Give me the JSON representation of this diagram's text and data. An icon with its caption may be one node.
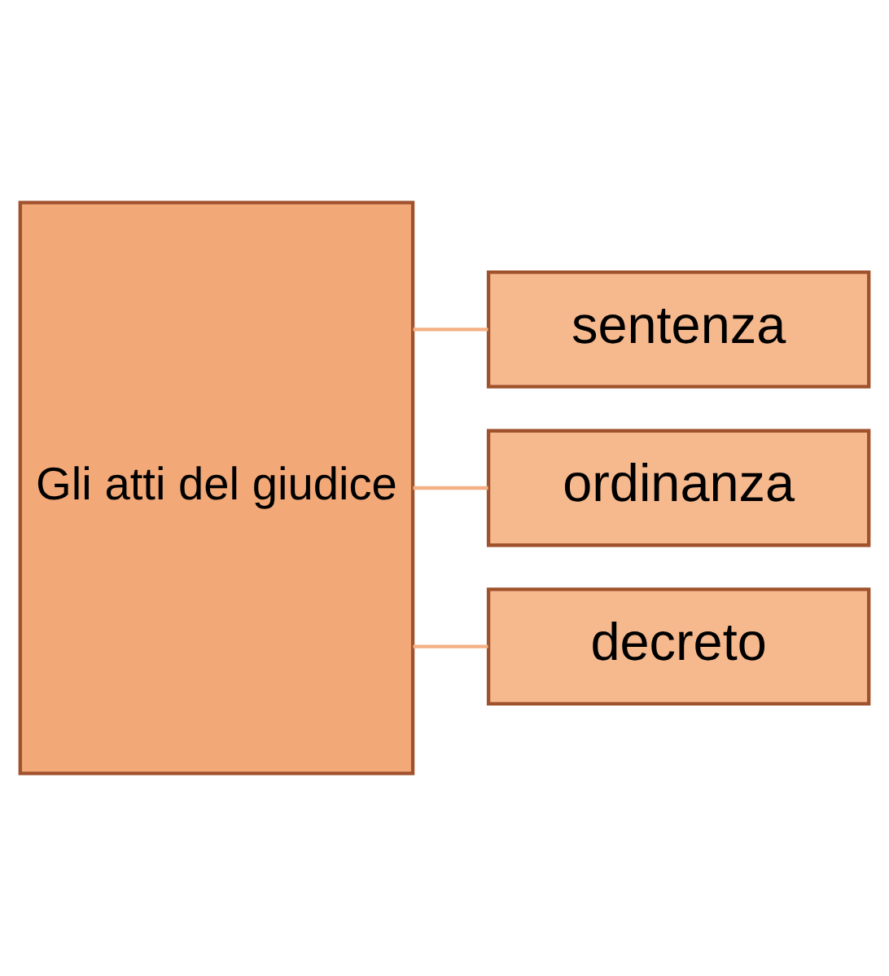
{
  "diagram": {
    "nodes": [
      {
        "text": [
          "Gli atti del giudice"
        ]
      },
      {
        "text": [
          "sentenza"
        ]
      },
      {
        "text": [
          "ordinanza"
        ]
      },
      {
        "text": [
          "decreto"
        ]
      }
    ],
    "edges": [
      {
        "from": 0,
        "to": 1,
        "arrow": "none"
      },
      {
        "from": 0,
        "to": 2,
        "arrow": "none"
      },
      {
        "from": 0,
        "to": 3,
        "arrow": "none"
      }
    ]
  }
}
